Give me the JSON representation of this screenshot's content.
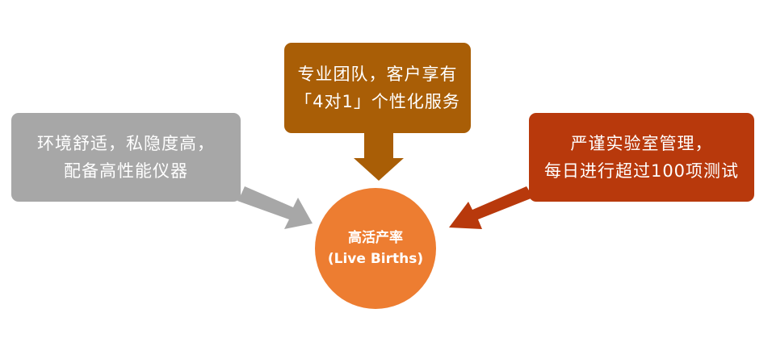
{
  "center": {
    "line1": "高活产率",
    "line2": "(Live Births)"
  },
  "top_box": {
    "line1": "专业团队，客户享有",
    "line2": "「4对1」个性化服务"
  },
  "left_box": {
    "line1": "环境舒适，私隐度高，",
    "line2": "配备高性能仪器"
  },
  "right_box": {
    "line1": "严谨实验室管理，",
    "line2": "每日进行超过100项测试"
  },
  "colors": {
    "center": "#ed7d31",
    "top": "#a95e06",
    "left": "#a7a7a7",
    "right": "#b8390c"
  }
}
